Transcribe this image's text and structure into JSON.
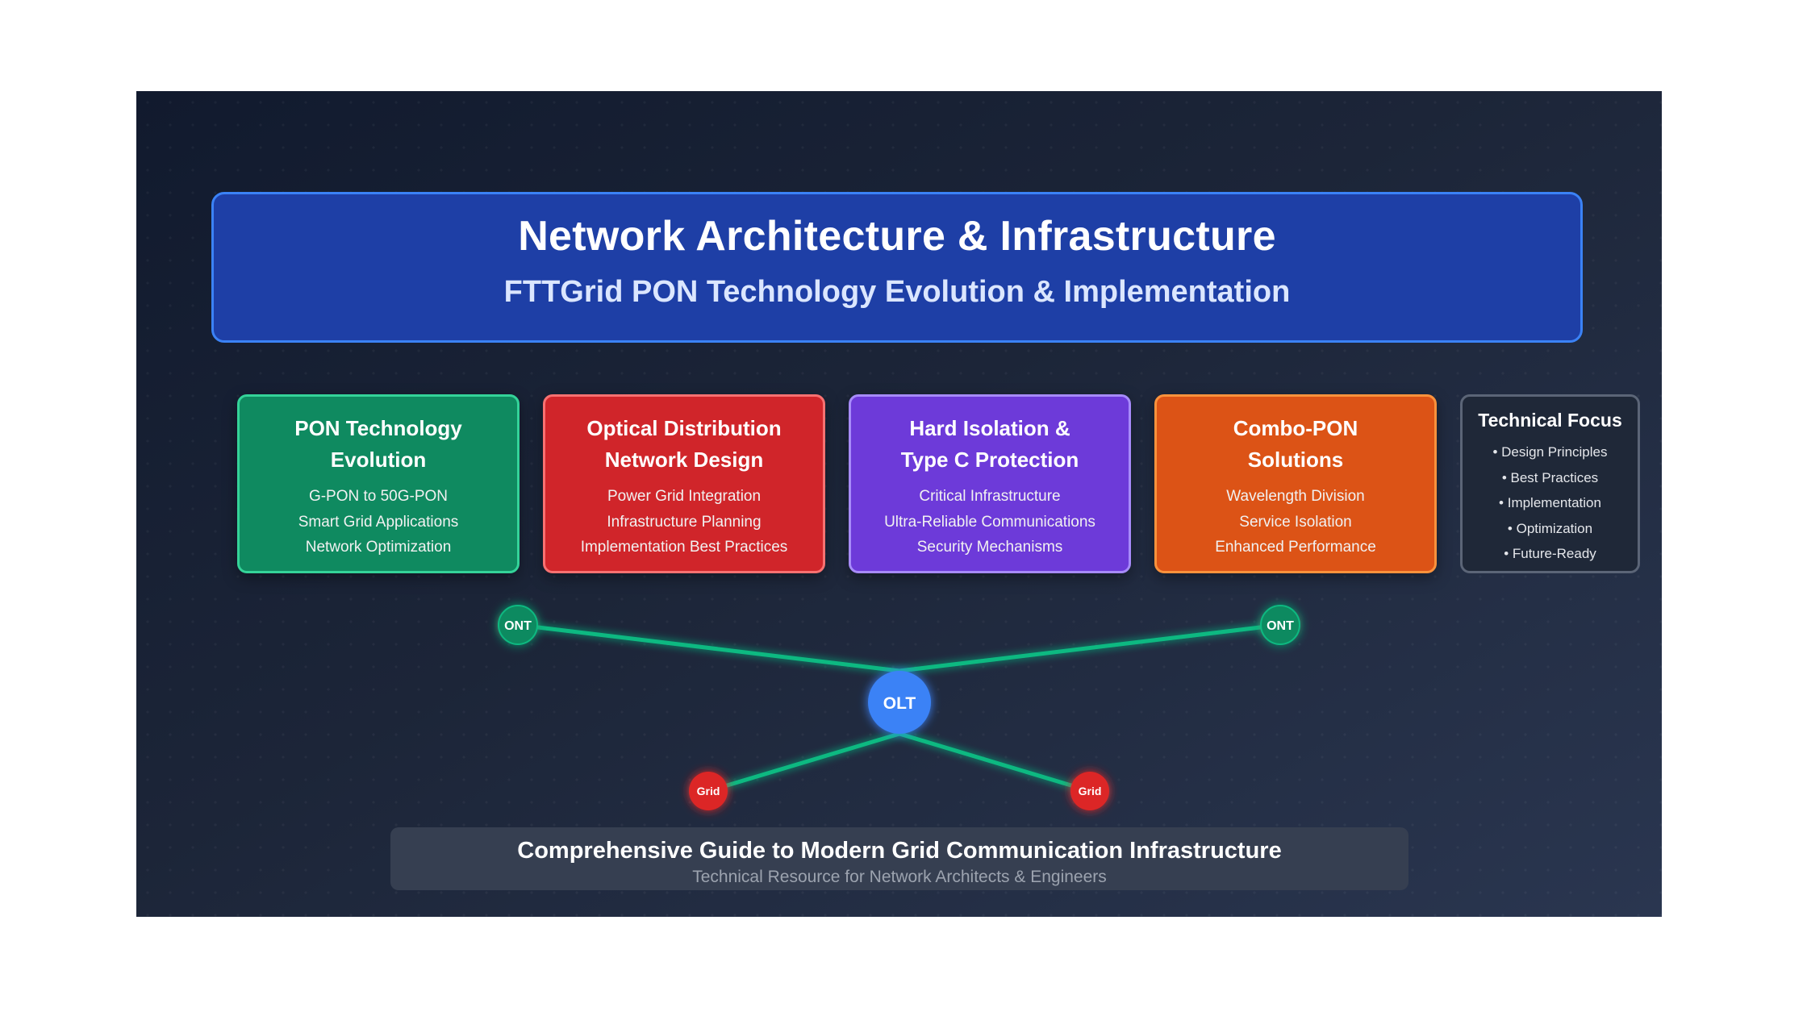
{
  "header": {
    "title": "Network Architecture & Infrastructure",
    "subtitle": "FTTGrid PON Technology Evolution & Implementation"
  },
  "cards": [
    {
      "title": "PON Technology\nEvolution",
      "lines": [
        "G-PON to 50G-PON",
        "Smart Grid Applications",
        "Network Optimization"
      ],
      "color": "#0f8a60"
    },
    {
      "title": "Optical Distribution\nNetwork Design",
      "lines": [
        "Power Grid Integration",
        "Infrastructure Planning",
        "Implementation Best Practices"
      ],
      "color": "#d0252a"
    },
    {
      "title": "Hard Isolation &\nType C Protection",
      "lines": [
        "Critical Infrastructure",
        "Ultra-Reliable Communications",
        "Security Mechanisms"
      ],
      "color": "#6d3ad9"
    },
    {
      "title": "Combo-PON\nSolutions",
      "lines": [
        "Wavelength Division",
        "Service Isolation",
        "Enhanced Performance"
      ],
      "color": "#dc5316"
    }
  ],
  "focus": {
    "title": "Technical Focus",
    "items": [
      "• Design Principles",
      "• Best Practices",
      "• Implementation",
      "• Optimization",
      "• Future-Ready"
    ]
  },
  "network": {
    "center": "OLT",
    "ont_left": "ONT",
    "ont_right": "ONT",
    "grid_left": "Grid",
    "grid_right": "Grid",
    "colors": {
      "link": "#10b981",
      "olt": "#3b82f6",
      "ont": "#0f8a60",
      "grid": "#dc2626"
    }
  },
  "footer": {
    "title": "Comprehensive Guide to Modern Grid Communication Infrastructure",
    "subtitle": "Technical Resource for Network Architects & Engineers"
  }
}
